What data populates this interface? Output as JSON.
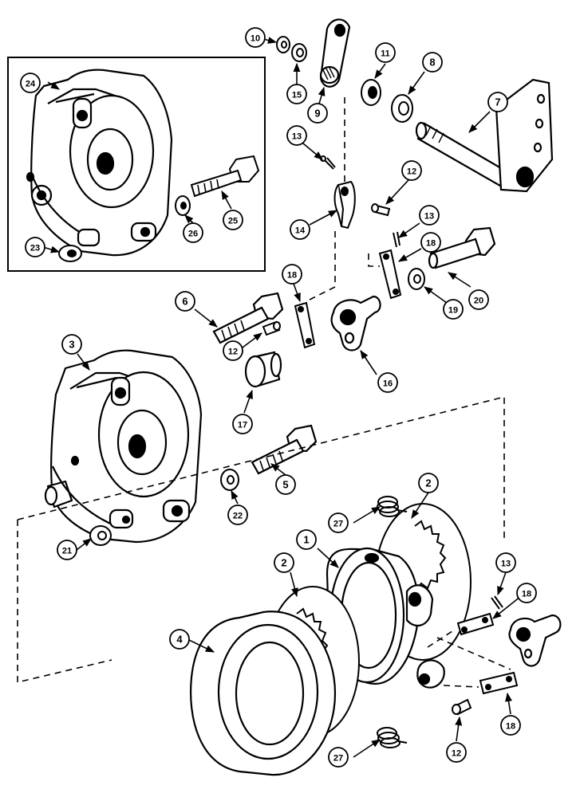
{
  "callouts": [
    {
      "id": "c1",
      "label": "1"
    },
    {
      "id": "c2a",
      "label": "2"
    },
    {
      "id": "c2b",
      "label": "2"
    },
    {
      "id": "c3",
      "label": "3"
    },
    {
      "id": "c4",
      "label": "4"
    },
    {
      "id": "c5",
      "label": "5"
    },
    {
      "id": "c6",
      "label": "6"
    },
    {
      "id": "c7",
      "label": "7"
    },
    {
      "id": "c8",
      "label": "8"
    },
    {
      "id": "c9",
      "label": "9"
    },
    {
      "id": "c10",
      "label": "10"
    },
    {
      "id": "c11",
      "label": "11"
    },
    {
      "id": "c12a",
      "label": "12"
    },
    {
      "id": "c12b",
      "label": "12"
    },
    {
      "id": "c12c",
      "label": "12"
    },
    {
      "id": "c13a",
      "label": "13"
    },
    {
      "id": "c13b",
      "label": "13"
    },
    {
      "id": "c13c",
      "label": "13"
    },
    {
      "id": "c14",
      "label": "14"
    },
    {
      "id": "c15",
      "label": "15"
    },
    {
      "id": "c16",
      "label": "16"
    },
    {
      "id": "c17",
      "label": "17"
    },
    {
      "id": "c18a",
      "label": "18"
    },
    {
      "id": "c18b",
      "label": "18"
    },
    {
      "id": "c18c",
      "label": "18"
    },
    {
      "id": "c18d",
      "label": "18"
    },
    {
      "id": "c19",
      "label": "19"
    },
    {
      "id": "c20",
      "label": "20"
    },
    {
      "id": "c21",
      "label": "21"
    },
    {
      "id": "c22",
      "label": "22"
    },
    {
      "id": "c23",
      "label": "23"
    },
    {
      "id": "c24",
      "label": "24"
    },
    {
      "id": "c25",
      "label": "25"
    },
    {
      "id": "c26",
      "label": "26"
    },
    {
      "id": "c27a",
      "label": "27"
    },
    {
      "id": "c27b",
      "label": "27"
    }
  ],
  "colors": {
    "ink": "#000000",
    "paper": "#ffffff"
  }
}
